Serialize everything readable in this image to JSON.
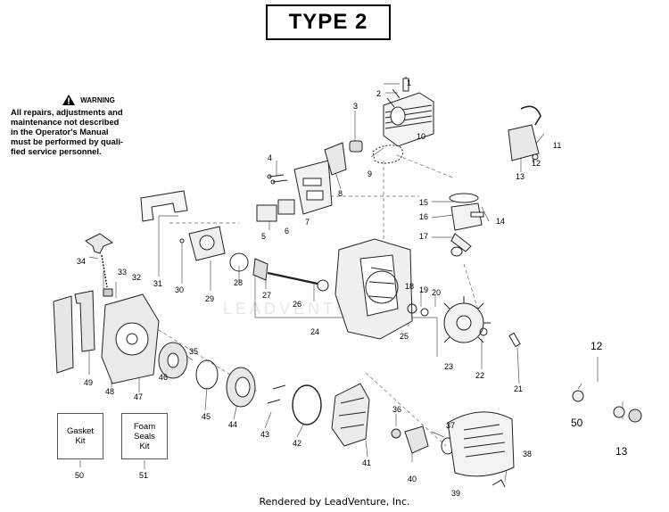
{
  "title": "TYPE 2",
  "warning": {
    "heading": "WARNING",
    "lines": [
      "All repairs, adjustments and",
      "maintenance not described",
      "in the Operator's Manual",
      "must be performed by quali-",
      "fied service personnel."
    ]
  },
  "kits": [
    {
      "label_lines": [
        "Gasket",
        "Kit"
      ],
      "number": "50"
    },
    {
      "label_lines": [
        "Foam",
        "Seals",
        "Kit"
      ],
      "number": "51"
    }
  ],
  "callouts": [
    "1",
    "2",
    "3",
    "4",
    "5",
    "6",
    "7",
    "8",
    "9",
    "10",
    "11",
    "12",
    "13",
    "14",
    "15",
    "16",
    "17",
    "18",
    "19",
    "20",
    "21",
    "22",
    "23",
    "24",
    "25",
    "26",
    "27",
    "28",
    "29",
    "30",
    "31",
    "32",
    "33",
    "34",
    "35",
    "36",
    "37",
    "38",
    "39",
    "40",
    "41",
    "42",
    "43",
    "44",
    "45",
    "46",
    "47",
    "48",
    "49",
    "50",
    "51"
  ],
  "side_callouts": [
    "12",
    "50",
    "13"
  ],
  "watermark": "LEADVENTURE",
  "footer": "Rendered by LeadVenture, Inc."
}
